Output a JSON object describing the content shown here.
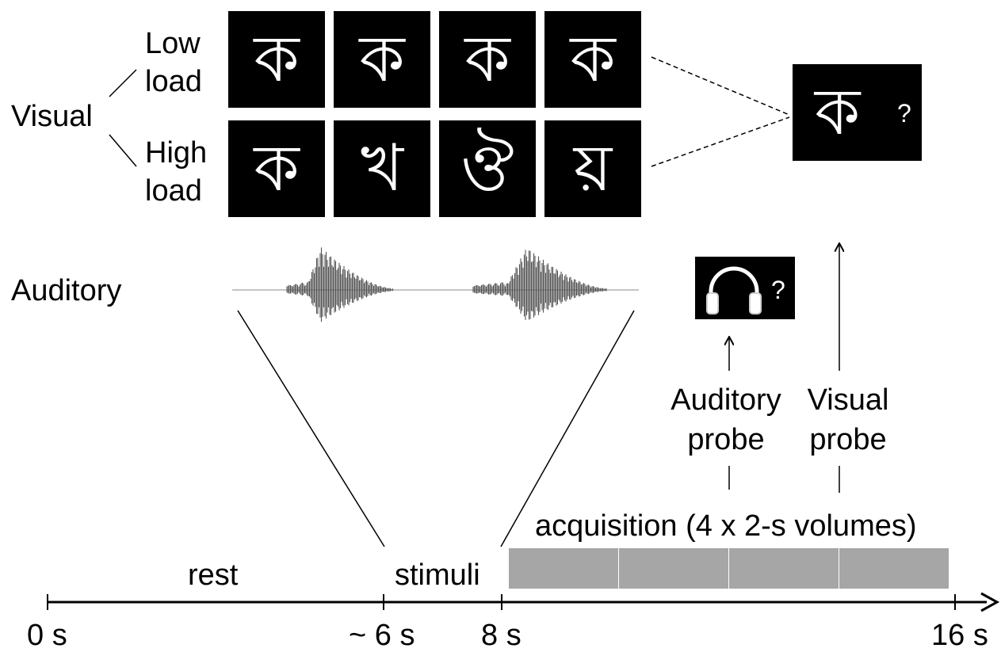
{
  "visual": {
    "label": "Visual",
    "low_load": {
      "line1": "Low",
      "line2": "load",
      "glyphs": [
        "ক",
        "ক",
        "ক",
        "ক"
      ]
    },
    "high_load": {
      "line1": "High",
      "line2": "load",
      "glyphs": [
        "ক",
        "খ",
        "ঔ",
        "য়"
      ]
    },
    "probe": {
      "glyph": "ক",
      "mark": "?"
    }
  },
  "auditory": {
    "label": "Auditory",
    "probe": {
      "icon": "headphones-icon",
      "mark": "?"
    }
  },
  "probes": {
    "auditory": {
      "line1": "Auditory",
      "line2": "probe"
    },
    "visual": {
      "line1": "Visual",
      "line2": "probe"
    }
  },
  "timeline": {
    "phases": {
      "rest": "rest",
      "stimuli": "stimuli",
      "acquisition": "acquisition (4 x 2-s volumes)"
    },
    "ticks": [
      "0 s",
      "~ 6 s",
      "8 s",
      "16 s"
    ],
    "volume_count": 4
  },
  "colors": {
    "box": "#000000",
    "glyph": "#ffffff",
    "volume": "#a6a6a6",
    "waveform": "#555555"
  }
}
